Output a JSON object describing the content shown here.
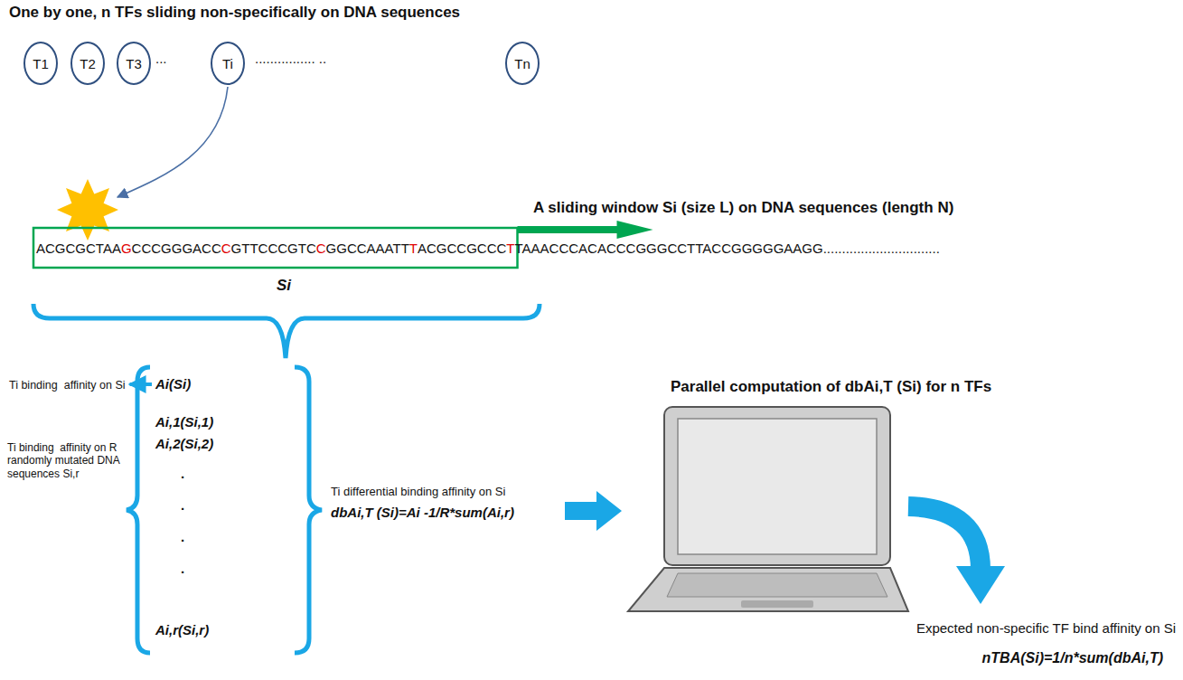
{
  "diagram": {
    "title": "One by one, n TFs sliding non-specifically on DNA sequences",
    "nodes": [
      {
        "text": [
          "T1"
        ]
      },
      {
        "text": [
          "T2"
        ]
      },
      {
        "text": [
          "T3"
        ]
      },
      {
        "text": [
          "Ti"
        ]
      },
      {
        "text": [
          "Tn"
        ]
      }
    ],
    "labels": [
      "...",
      "................ ..",
      "A sliding window Si (size L) on DNA sequences (length N)",
      "ACGCGCTAA",
      "G",
      "CCCGGGACC",
      "C",
      "GTTCCCGTC",
      "C",
      "GGCCAAATT",
      "T",
      "ACGCCGCCC",
      "T",
      "TAAACCCACACCCGGGCCTTACCGGGGGAAGG...............................",
      "Si",
      "Ti binding  affinity on Si",
      "Ai(Si)",
      "Ai,1(Si,1)",
      "Ai,2(Si,2)",
      ".",
      ".",
      ".",
      ".",
      "Ai,r(Si,r)",
      "Ti binding  affinity on R randomly mutated DNA sequences Si,r",
      "Ti differential binding affinity on Si",
      "dbAi,T (Si)=Ai -1/R*sum(Ai,r)",
      "Parallel computation of dbAi,T (Si) for n TFs",
      "Expected non-specific TF bind affinity on Si",
      "nTBA(Si)=1/n*sum(dbAi,T)"
    ]
  }
}
